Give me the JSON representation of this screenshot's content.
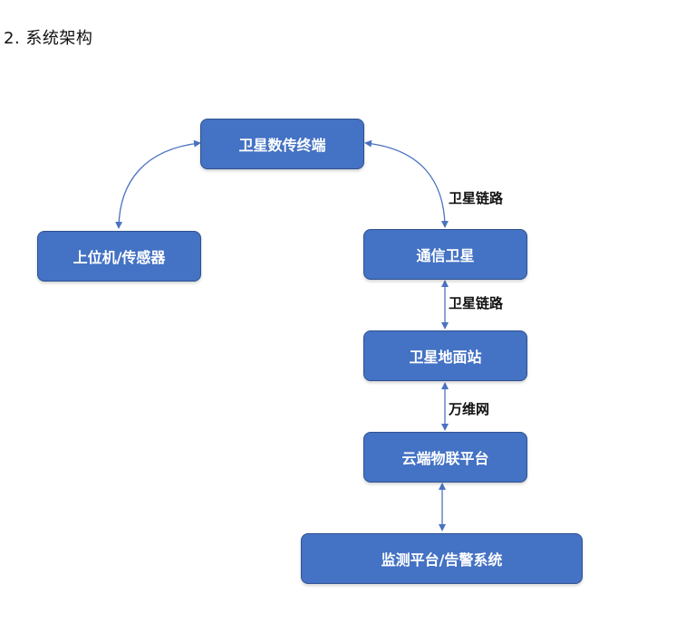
{
  "heading": "2. 系统架构",
  "colors": {
    "node_fill": "#4472c4",
    "node_border": "#2f528f",
    "connector": "#4a72c0",
    "node_text": "#ffffff"
  },
  "nodes": {
    "satellite_terminal": "卫星数传终端",
    "host_sensor": "上位机/传感器",
    "comm_satellite": "通信卫星",
    "ground_station": "卫星地面站",
    "cloud_platform": "云端物联平台",
    "monitor_platform": "监测平台/告警系统"
  },
  "edges": {
    "terminal_to_satellite": "卫星链路",
    "satellite_to_ground": "卫星链路",
    "ground_to_cloud": "万维网"
  }
}
